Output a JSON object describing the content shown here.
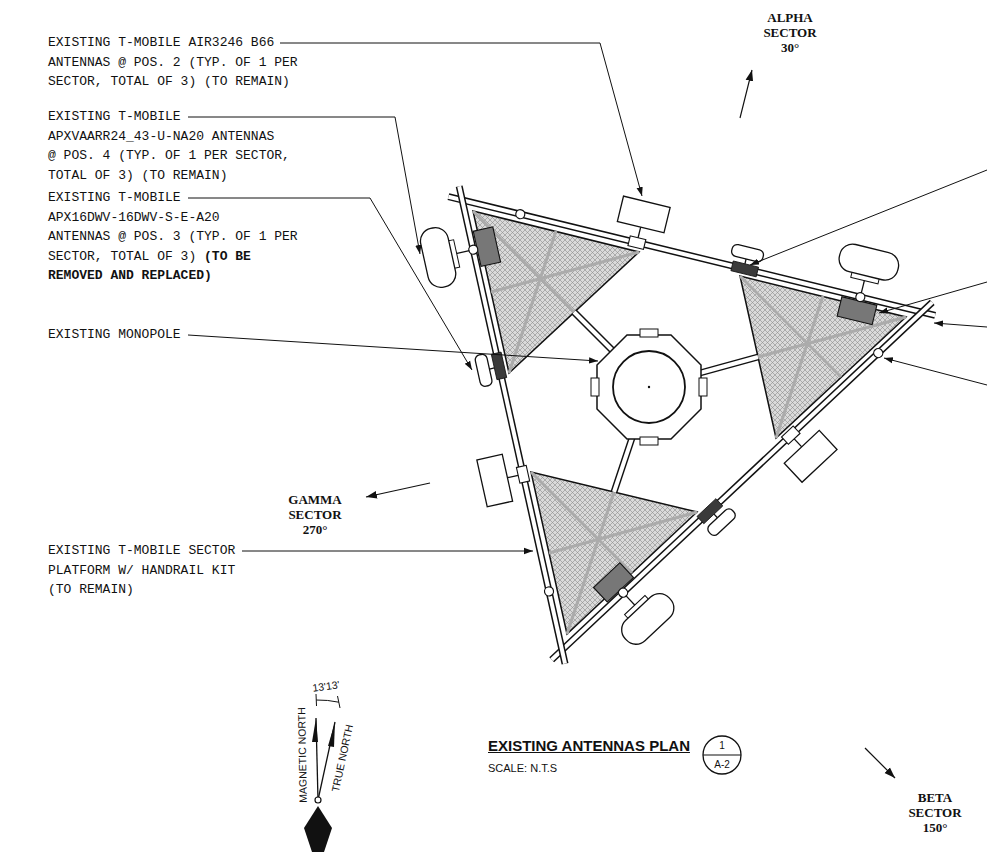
{
  "diagram": {
    "title": "EXISTING ANTENNAS PLAN",
    "labels": [
      "EXISTING T-MOBILE AIR3246 B66 ANTENNAS @ POS. 2 (TYP. OF 1 PER SECTOR, TOTAL OF 3) (TO REMAIN)",
      "ALPHA SECTOR 30°",
      "EXISTING T-MOBILE APXVAARR24_43-U-NA20 ANTENNAS @ POS. 4 (TYP. OF 1 PER SECTOR, TOTAL OF 3) (TO REMAIN)",
      "EXISTING T-MOBILE APX16DWV-16DWV-S-E-A20 ANTENNAS @ POS. 3 (TYP. OF 1 PER SECTOR, TOTAL OF 3)",
      "(TO BE REMOVED AND REPLACED)",
      "EXISTING MONOPOLE",
      "GAMMA SECTOR 270°",
      "BETA SECTOR 150°",
      "EXISTING T-MOBILE SECTOR PLATFORM W/ HANDRAIL KIT (TO REMAIN)",
      "13'13'",
      "MAGNETIC NORTH",
      "TRUE NORTH",
      "SCALE: N.T.S",
      "1",
      "A-2"
    ]
  }
}
